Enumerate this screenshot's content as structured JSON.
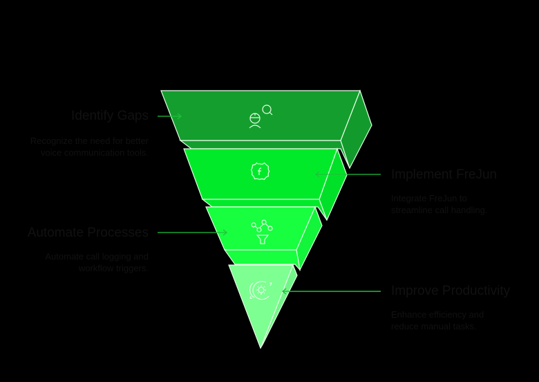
{
  "diagram": {
    "type": "inverted-funnel",
    "background": "#000000",
    "text_color": "#111111",
    "connector_color": "#1fc23a",
    "stroke_color": "#e8ffe8",
    "steps": [
      {
        "title": "Identify Gaps",
        "description": "Recognize the need for better voice communication tools.",
        "side": "left",
        "icon": "worker-search-icon",
        "color_front": "#149e2e",
        "color_side": "#139a2c"
      },
      {
        "title": "Implement FreJun",
        "description": "Integrate FreJun to streamline call handling.",
        "side": "right",
        "icon": "frejun-badge-icon",
        "color_front": "#00ea2a",
        "color_side": "#00e028"
      },
      {
        "title": "Automate Processes",
        "description": "Automate call logging and workflow triggers.",
        "side": "left",
        "icon": "workflow-funnel-icon",
        "color_front": "#17ff3f",
        "color_side": "#12f53a"
      },
      {
        "title": "Improve Productivity",
        "description": "Enhance efficiency and reduce manual tasks.",
        "side": "right",
        "icon": "gear-cycle-icon",
        "color_front": "#7dff92",
        "color_side": "#72f588"
      }
    ]
  }
}
